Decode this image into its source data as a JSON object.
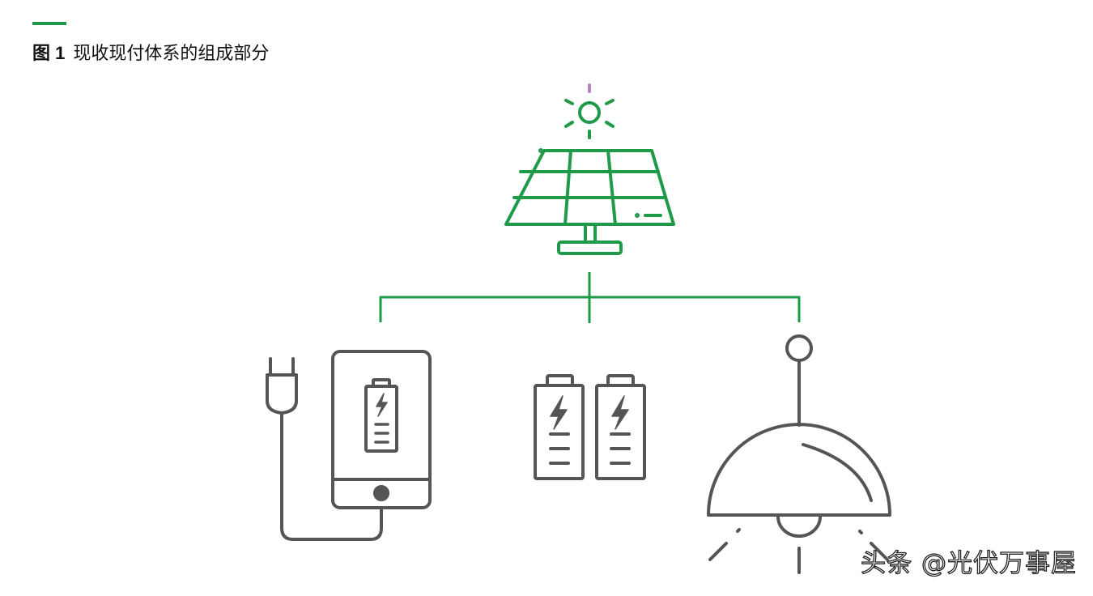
{
  "colors": {
    "accent": "#1e9a48",
    "icon_gray": "#555555",
    "sun_ray_top": "#b087c0"
  },
  "figure": {
    "number": "图 1",
    "title": "现收现付体系的组成部分"
  },
  "nodes": {
    "source": {
      "icon": "solar-panel-icon",
      "sun_icon": "sun-icon"
    },
    "loads": [
      {
        "icon": "mobile-phone-charging-icon",
        "extra_icon": "power-plug-icon"
      },
      {
        "icon": "battery-pair-icon"
      },
      {
        "icon": "pendant-lamp-icon"
      }
    ]
  },
  "watermark": "头条 @光伏万事屋"
}
